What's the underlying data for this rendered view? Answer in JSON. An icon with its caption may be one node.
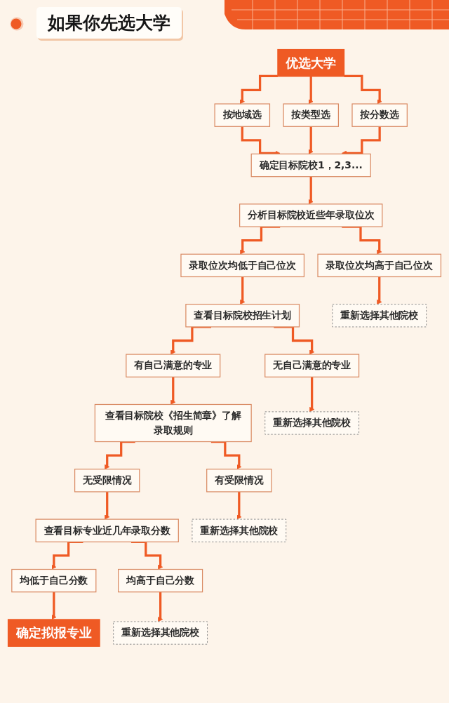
{
  "diagram": {
    "title": "如果你先选大学",
    "nodes": [
      {
        "text": [
          "优选大学"
        ]
      },
      {
        "text": [
          "按地域选"
        ]
      },
      {
        "text": [
          "按类型选"
        ]
      },
      {
        "text": [
          "按分数选"
        ]
      },
      {
        "text": [
          "确定目标院校1，2,3..."
        ]
      },
      {
        "text": [
          "分析目标院校近些年录取位次"
        ]
      },
      {
        "text": [
          "录取位次均低于自己位次"
        ]
      },
      {
        "text": [
          "录取位次均高于自己位次"
        ]
      },
      {
        "text": [
          "查看目标院校招生计划"
        ]
      },
      {
        "text": [
          "重新选择其他院校"
        ]
      },
      {
        "text": [
          "有自己满意的专业"
        ]
      },
      {
        "text": [
          "无自己满意的专业"
        ]
      },
      {
        "text": [
          "查看目标院校《招生简章》了解录取规则"
        ]
      },
      {
        "text": [
          "重新选择其他院校"
        ]
      },
      {
        "text": [
          "无受限情况"
        ]
      },
      {
        "text": [
          "有受限情况"
        ]
      },
      {
        "text": [
          "查看目标专业近几年录取分数"
        ]
      },
      {
        "text": [
          "重新选择其他院校"
        ]
      },
      {
        "text": [
          "均低于自己分数"
        ]
      },
      {
        "text": [
          "均高于自己分数"
        ]
      },
      {
        "text": [
          "确定拟报专业"
        ]
      },
      {
        "text": [
          "重新选择其他院校"
        ]
      }
    ],
    "edges": [
      {
        "from": 0,
        "to": 1,
        "arrow": "to"
      },
      {
        "from": 0,
        "to": 2,
        "arrow": "to"
      },
      {
        "from": 0,
        "to": 3,
        "arrow": "to"
      },
      {
        "from": 1,
        "to": 4,
        "arrow": "to"
      },
      {
        "from": 2,
        "to": 4,
        "arrow": "to"
      },
      {
        "from": 3,
        "to": 4,
        "arrow": "to"
      },
      {
        "from": 4,
        "to": 5,
        "arrow": "to"
      },
      {
        "from": 5,
        "to": 6,
        "arrow": "to"
      },
      {
        "from": 5,
        "to": 7,
        "arrow": "to"
      },
      {
        "from": 6,
        "to": 8,
        "arrow": "to"
      },
      {
        "from": 7,
        "to": 9,
        "arrow": "to"
      },
      {
        "from": 8,
        "to": 10,
        "arrow": "to"
      },
      {
        "from": 8,
        "to": 11,
        "arrow": "to"
      },
      {
        "from": 10,
        "to": 12,
        "arrow": "to"
      },
      {
        "from": 11,
        "to": 13,
        "arrow": "to"
      },
      {
        "from": 12,
        "to": 14,
        "arrow": "to"
      },
      {
        "from": 12,
        "to": 15,
        "arrow": "to"
      },
      {
        "from": 14,
        "to": 16,
        "arrow": "to"
      },
      {
        "from": 15,
        "to": 17,
        "arrow": "to"
      },
      {
        "from": 16,
        "to": 18,
        "arrow": "to"
      },
      {
        "from": 16,
        "to": 19,
        "arrow": "to"
      },
      {
        "from": 18,
        "to": 20,
        "arrow": "to"
      },
      {
        "from": 19,
        "to": 21,
        "arrow": "to"
      }
    ]
  }
}
